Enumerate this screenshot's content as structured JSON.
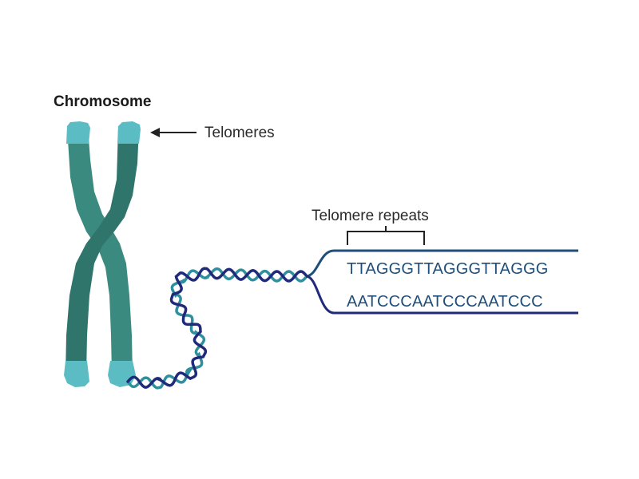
{
  "title": "Chromosome",
  "labels": {
    "telomeres": "Telomeres",
    "telomere_repeats": "Telomere repeats"
  },
  "sequences": {
    "top_strand": "TTAGGGTTAGGGTTAGGG",
    "bottom_strand": "AATCCCAATCCCAATCCC"
  },
  "colors": {
    "chromatid": "#3a8a80",
    "chromatid_shadow": "#2f756c",
    "telomere_cap": "#5bbcc4",
    "strand_teal": "#2f8f9c",
    "strand_navy": "#1f2a7a",
    "sequence_text": "#1f4e7a",
    "arrow": "#222222"
  }
}
